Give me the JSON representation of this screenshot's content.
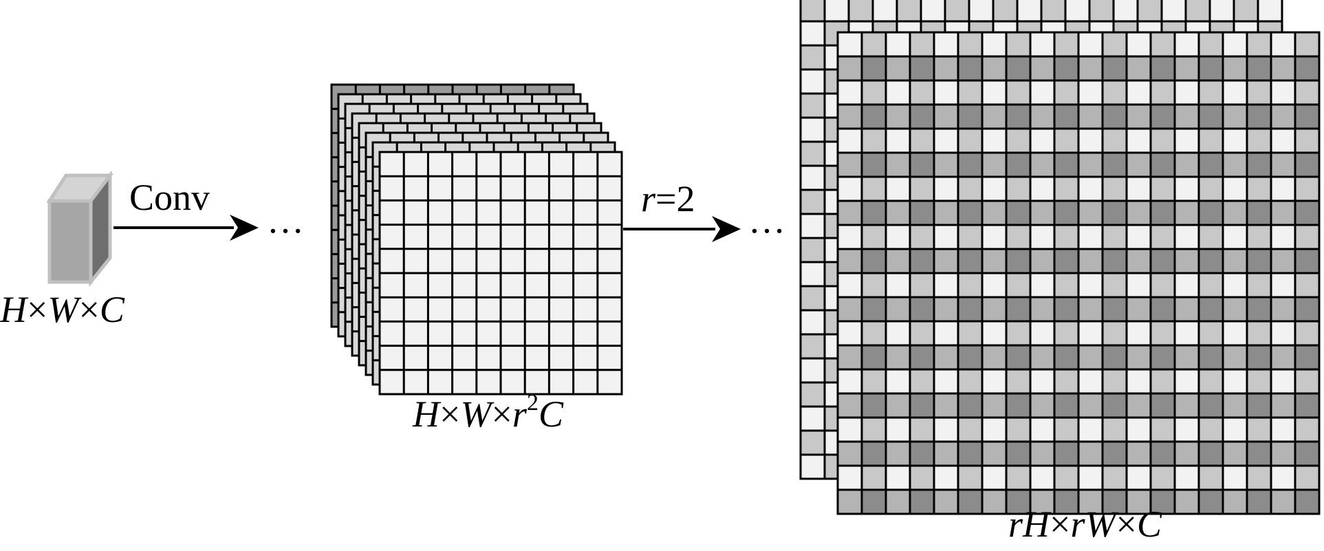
{
  "input_tensor": {
    "label_parts": [
      "H",
      "×",
      "W",
      "×",
      "C"
    ],
    "colors": {
      "front": "#a6a6a6",
      "top": "#d4d4d4",
      "side": "#6e6e6e",
      "edge": "#c8c8c8"
    }
  },
  "conv_arrow": {
    "label": "Conv"
  },
  "ellipsis_1": "…",
  "stack": {
    "label_parts": [
      "H",
      "×",
      "W",
      "×",
      "r",
      "2",
      "C"
    ],
    "grid_size": 10,
    "layers": 7,
    "colors": {
      "back": "#9a9a9a",
      "layer": "#d8d8d8",
      "front": "#f2f2f2"
    }
  },
  "shuffle_arrow": {
    "label_parts": [
      "r",
      "=2"
    ]
  },
  "ellipsis_2": "…",
  "output": {
    "label_parts": [
      "r",
      "H",
      "×",
      "r",
      "W",
      "×",
      "C"
    ],
    "grid_size": 20,
    "colors": {
      "white": "#f2f2f2",
      "light": "#c8c8c8",
      "mid": "#b4b4b4",
      "dark": "#8c8c8c"
    }
  }
}
